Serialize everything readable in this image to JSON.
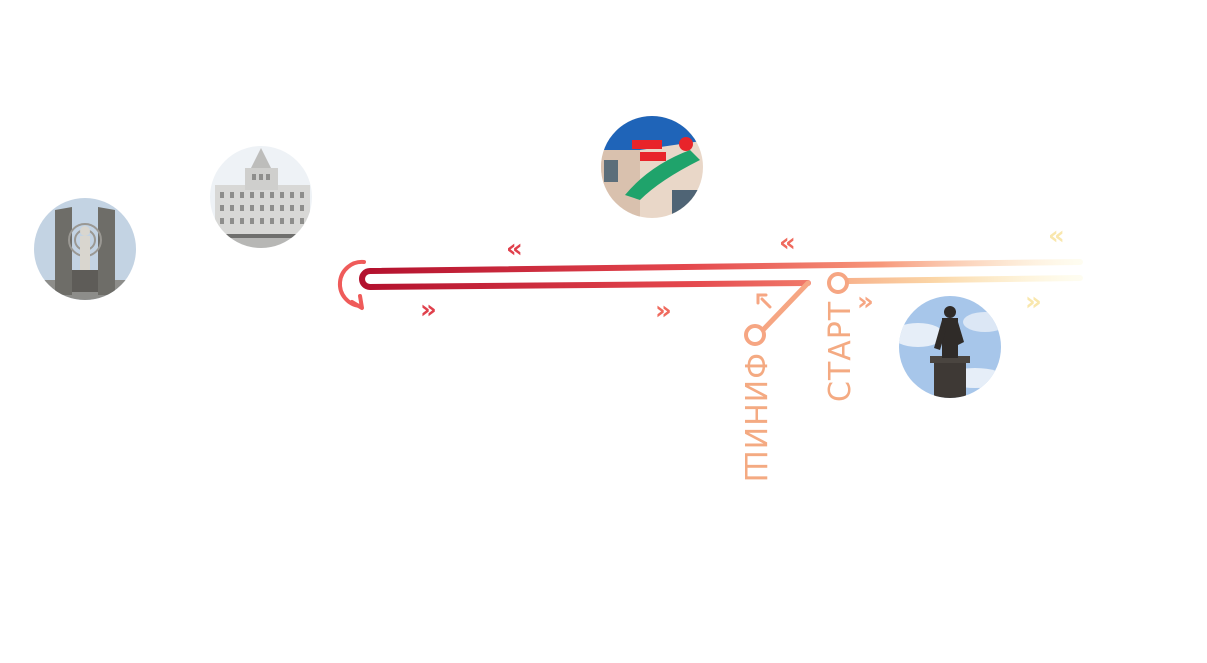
{
  "route": {
    "start_label": "СТАРТ",
    "finish_label": "ФИНИШ",
    "colors": {
      "dark": "#b3112e",
      "mid": "#ea5a55",
      "light": "#f6a683",
      "pale": "#fbf3c2",
      "label": "#f4aa82"
    }
  },
  "direction_marks": {
    "back": "«",
    "forward": "»"
  },
  "landmarks": [
    {
      "name": "monument-photo"
    },
    {
      "name": "tower-building-photo"
    },
    {
      "name": "shop-sign-photo"
    },
    {
      "name": "statue-photo"
    }
  ]
}
